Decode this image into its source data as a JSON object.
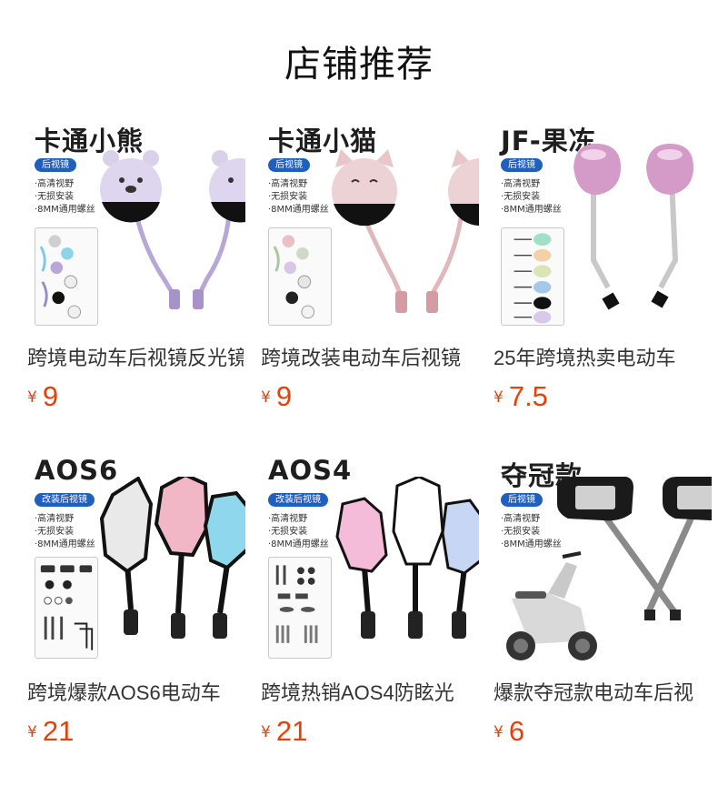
{
  "section_title": "店铺推荐",
  "currency": "¥",
  "colors": {
    "price": "#e4420a",
    "tag_bg": "#1f5fbf"
  },
  "products": [
    {
      "brand_text": "卡通小熊",
      "tag": "后视镜",
      "features": [
        "·高清视野",
        "·无损安装",
        "·8MM通用螺丝"
      ],
      "name": "跨境电动车后视镜反光镜",
      "price": "9"
    },
    {
      "brand_text": "卡通小猫",
      "tag": "后视镜",
      "features": [
        "·高清视野",
        "·无损安装",
        "·8MM通用螺丝"
      ],
      "name": "跨境改装电动车后视镜",
      "price": "9"
    },
    {
      "brand_text": "JF-果冻",
      "tag": "后视镜",
      "features": [
        "·高清视野",
        "·无损安装",
        "·8MM通用螺丝"
      ],
      "name": "25年跨境热卖电动车",
      "price": "7.5"
    },
    {
      "brand_text": "AOS6",
      "tag": "改装后视镜",
      "features": [
        "·高清视野",
        "·无损安装",
        "·8MM通用螺丝"
      ],
      "name": "跨境爆款AOS6电动车",
      "price": "21"
    },
    {
      "brand_text": "AOS4",
      "tag": "改装后视镜",
      "features": [
        "·高清视野",
        "·无损安装",
        "·8MM通用螺丝"
      ],
      "name": "跨境热销AOS4防眩光",
      "price": "21"
    },
    {
      "brand_text": "夺冠款",
      "tag": "后视镜",
      "features": [
        "·高清视野",
        "·无损安装",
        "·8MM通用螺丝"
      ],
      "name": "爆款夺冠款电动车后视",
      "price": "6"
    }
  ]
}
